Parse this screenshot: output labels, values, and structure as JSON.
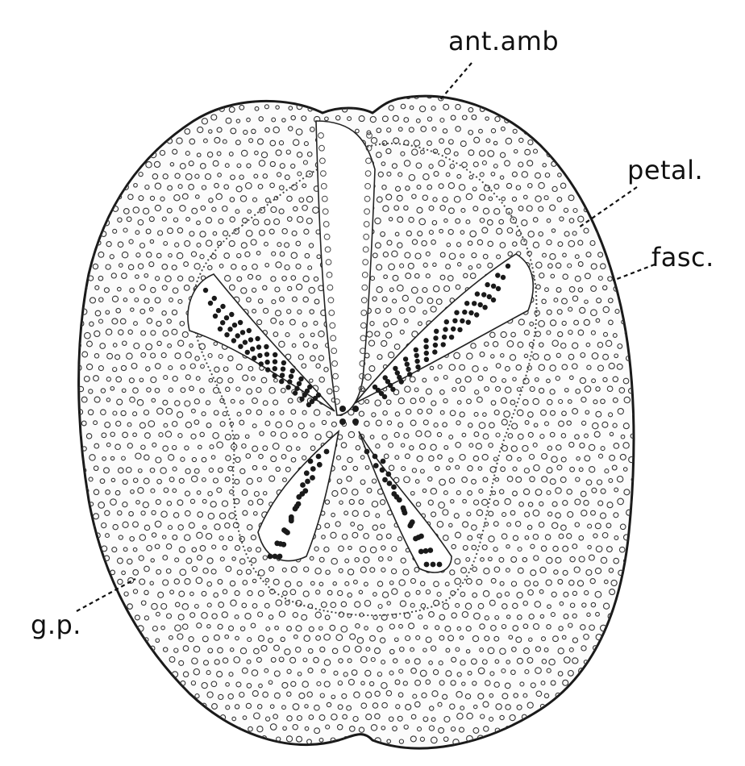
{
  "figure": {
    "labels": {
      "ant_amb": "ant.amb",
      "petal": "petal.",
      "fasc": "fasc.",
      "gp": "g.p."
    }
  },
  "colors": {
    "ink": "#111111",
    "paper": "#ffffff"
  }
}
